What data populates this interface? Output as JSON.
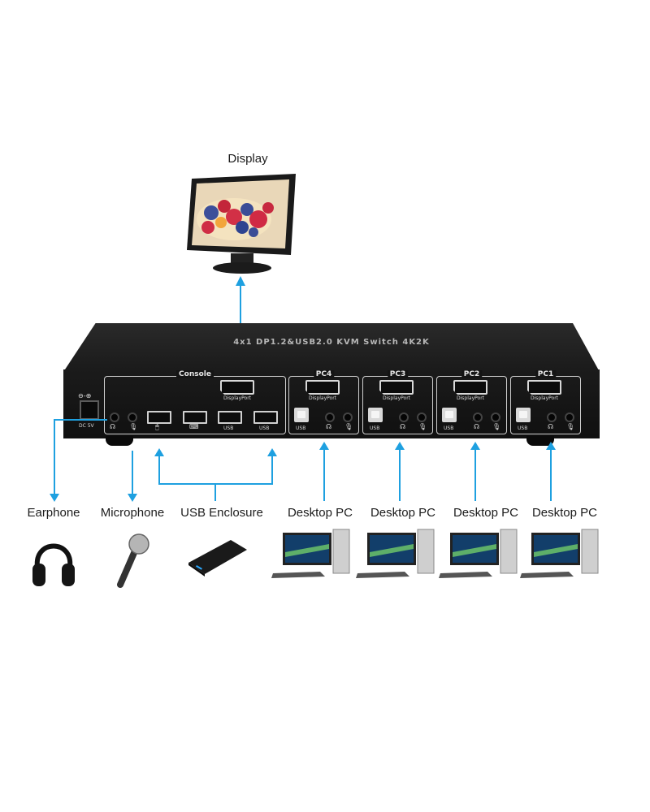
{
  "diagram": {
    "title": "4x1 DP1.2&USB2.0 KVM Switch 4K2K",
    "accent_color": "#1ea0e0",
    "top_device": {
      "label": "Display",
      "icon": "monitor-icon"
    },
    "power": {
      "symbol": "⊖-⊕",
      "label": "DC 5V"
    },
    "console": {
      "title": "Console",
      "dp_label": "DisplayPort",
      "ports": [
        {
          "type": "jack",
          "icon": "headphone-icon",
          "label": ""
        },
        {
          "type": "jack",
          "icon": "microphone-icon",
          "label": ""
        },
        {
          "type": "usb-a",
          "icon": "mouse-icon",
          "label": ""
        },
        {
          "type": "usb-a",
          "icon": "keyboard-icon",
          "label": ""
        },
        {
          "type": "usb-a",
          "label": "USB"
        },
        {
          "type": "usb-a",
          "label": "USB"
        }
      ]
    },
    "pc_panels": [
      {
        "title": "PC4",
        "dp_label": "DisplayPort",
        "usb_label": "USB"
      },
      {
        "title": "PC3",
        "dp_label": "DisplayPort",
        "usb_label": "USB"
      },
      {
        "title": "PC2",
        "dp_label": "DisplayPort",
        "usb_label": "USB"
      },
      {
        "title": "PC1",
        "dp_label": "DisplayPort",
        "usb_label": "USB"
      }
    ],
    "bottom_devices": [
      {
        "label": "Earphone",
        "icon": "headphones-icon"
      },
      {
        "label": "Microphone",
        "icon": "microphone-icon"
      },
      {
        "label": "USB Enclosure",
        "icon": "hard-drive-icon"
      },
      {
        "label": "Desktop PC",
        "icon": "desktop-pc-icon"
      },
      {
        "label": "Desktop PC",
        "icon": "desktop-pc-icon"
      },
      {
        "label": "Desktop PC",
        "icon": "desktop-pc-icon"
      },
      {
        "label": "Desktop PC",
        "icon": "desktop-pc-icon"
      }
    ]
  }
}
